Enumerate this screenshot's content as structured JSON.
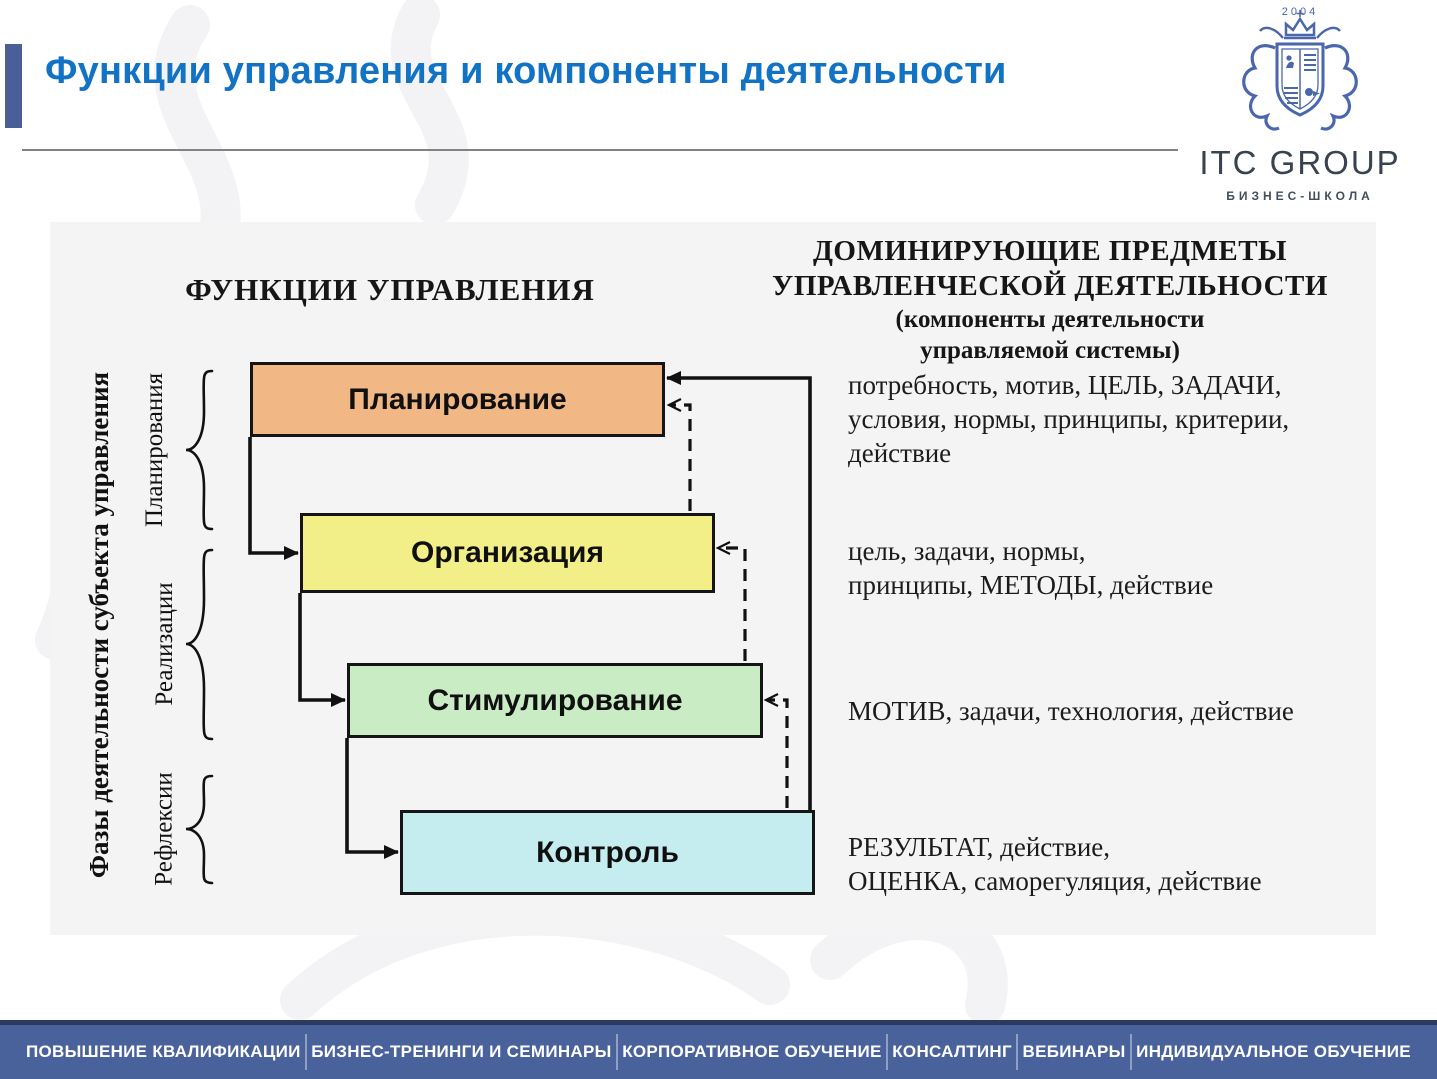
{
  "slide": {
    "title": "Функции управления и компоненты деятельности"
  },
  "logo": {
    "year": "2004",
    "name": "ITC GROUP",
    "subtitle": "БИЗНЕС-ШКОЛА"
  },
  "diagram": {
    "functions_heading": "ФУНКЦИИ УПРАВЛЕНИЯ",
    "components_heading": [
      "ДОМИНИРУЮЩИЕ ПРЕДМЕТЫ",
      "УПРАВЛЕНЧЕСКОЙ ДЕЯТЕЛЬНОСТИ",
      "(компоненты деятельности",
      "управляемой системы)"
    ],
    "phases_axis_label": "Фазы деятельности субъекта управления",
    "phases": [
      "Планирования",
      "Реализации",
      "Рефлексии"
    ],
    "functions": [
      {
        "label": "Планирование",
        "color": "#f1b885",
        "components": [
          "потребность, мотив, ЦЕЛЬ, ЗАДАЧИ,",
          "условия, нормы, принципы, критерии,",
          "действие"
        ]
      },
      {
        "label": "Организация",
        "color": "#f2ef88",
        "components": [
          "цель, задачи, нормы,",
          "принципы, МЕТОДЫ, действие"
        ]
      },
      {
        "label": "Стимулирование",
        "color": "#c9ecc4",
        "components": [
          "МОТИВ, задачи, технология, действие"
        ]
      },
      {
        "label": "Контроль",
        "color": "#c5ecef",
        "components": [
          "РЕЗУЛЬТАТ, действие,",
          "ОЦЕНКА, саморегуляция, действие"
        ]
      }
    ]
  },
  "footer": {
    "items": [
      "ПОВЫШЕНИЕ КВАЛИФИКАЦИИ",
      "БИЗНЕС-ТРЕНИНГИ И СЕМИНАРЫ",
      "КОРПОРАТИВНОЕ ОБУЧЕНИЕ",
      "КОНСАЛТИНГ",
      "ВЕБИНАРЫ",
      "ИНДИВИДУАЛЬНОЕ ОБУЧЕНИЕ"
    ]
  },
  "colors": {
    "title": "#1272c4",
    "accent_bar": "#4a5f98",
    "footer_bar": "#4a629c",
    "panel": "#f4f4f5",
    "logo_blue": "#4a66ad"
  }
}
